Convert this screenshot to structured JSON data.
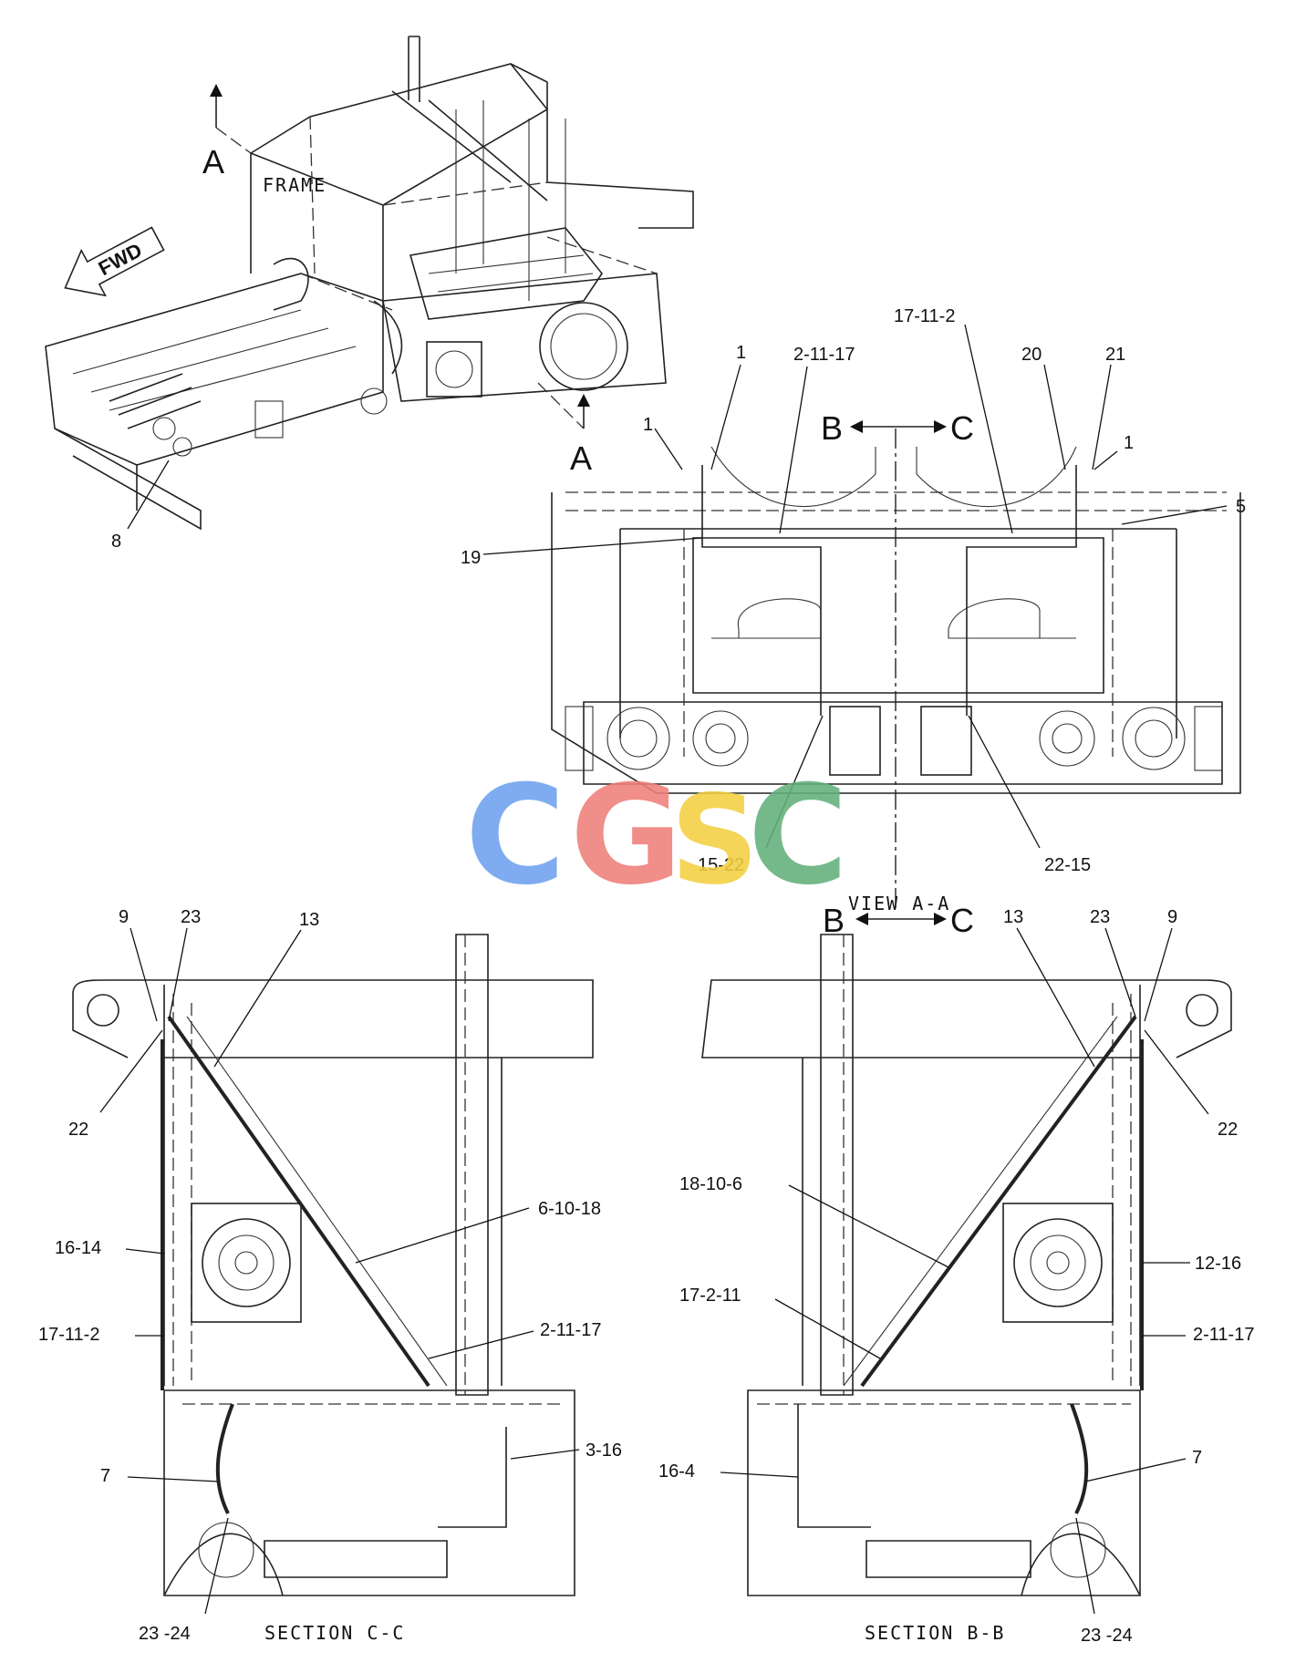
{
  "labels": {
    "frame": "FRAME",
    "fwd": "FWD",
    "section_a_top": "A",
    "section_a_bottom": "A",
    "section_b_top": "B",
    "section_c_top": "C",
    "section_b_bottom": "B",
    "section_c_bottom": "C",
    "view_aa": "VIEW A-A",
    "section_cc": "SECTION C-C",
    "section_bb": "SECTION B-B"
  },
  "callouts": {
    "iso": [
      "8"
    ],
    "view": [
      "1",
      "1",
      "1",
      "2-11-17",
      "17-11-2",
      "20",
      "21",
      "5",
      "19",
      "15-22",
      "22-15"
    ],
    "section_cc": [
      "9",
      "23",
      "13",
      "22",
      "6-10-18",
      "16-14",
      "17-11-2",
      "2-11-17",
      "3-16",
      "7",
      "23 -24"
    ],
    "section_bb": [
      "13",
      "23",
      "9",
      "22",
      "18-10-6",
      "12-16",
      "17-2-11",
      "2-11-17",
      "16-4",
      "7",
      "23 -24"
    ]
  },
  "watermark": {
    "letters": [
      "C",
      "G",
      "S",
      "C"
    ],
    "colors": [
      "#6ea1ef",
      "#ee7f7a",
      "#f3d040",
      "#63b07c"
    ]
  }
}
